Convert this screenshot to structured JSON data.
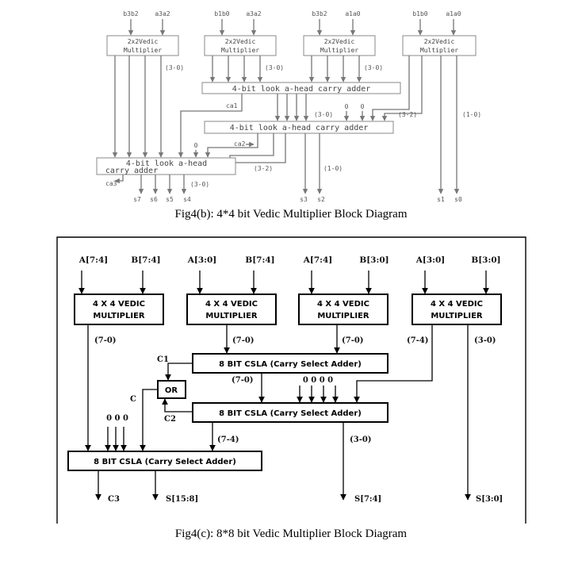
{
  "fig_b": {
    "inputs": [
      "b3b2",
      "a3a2",
      "b1b0",
      "a3a2",
      "b3b2",
      "a1a0",
      "b1b0",
      "a1a0"
    ],
    "multiplier_line1": "2x2Vedic",
    "multiplier_line2": "Multiplier",
    "adder1": "4-bit look a-head carry adder",
    "adder2": "4-bit look a-head carry adder",
    "adder3_line1": "4-bit   look   a-head",
    "adder3_line2": "carry adder",
    "labels": {
      "m1_out": "(3-0)",
      "m2_out": "(3-0)",
      "m3_out": "(3-0)",
      "add1_out": "(3-0)",
      "m4_hi": "(3-2)",
      "m4_lo": "(1-0)",
      "ca1": "ca1",
      "ca2": "ca2",
      "ca3": "ca3",
      "add2_hi": "(3-2)",
      "add2_lo": "(1-0)",
      "add3_out": "(3-0)",
      "zero_a": "0",
      "zero_b": "0",
      "zero_c": "0"
    },
    "outputs": [
      "s7",
      "s6",
      "s5",
      "s4",
      "s3",
      "s2",
      "s1",
      "s0"
    ],
    "caption": "Fig4(b): 4*4 bit Vedic Multiplier Block Diagram"
  },
  "fig_c": {
    "inputs": [
      "A[7:4]",
      "B[7:4]",
      "A[3:0]",
      "B[7:4]",
      "A[7:4]",
      "B[3:0]",
      "A[3:0]",
      "B[3:0]"
    ],
    "multiplier_line1": "4 X 4 VEDIC",
    "multiplier_line2": "MULTIPLIER",
    "csla1": "8 BIT CSLA (Carry Select Adder)",
    "csla2": "8 BIT CSLA (Carry Select Adder)",
    "csla3": "8 BIT CSLA (Carry Select Adder)",
    "or_gate": "OR",
    "labels": {
      "m1_out": "(7-0)",
      "m2_out": "(7-0)",
      "m3_out": "(7-0)",
      "m4_hi": "(7-4)",
      "m4_lo": "(3-0)",
      "csla1_out": "(7-0)",
      "zeros_mid": "0 0 0 0",
      "zeros_left": "0 0 0",
      "csla2_hi": "(7-4)",
      "csla2_lo": "(3-0)",
      "c1": "C1",
      "c2": "C2",
      "c": "C"
    },
    "outputs": [
      "C3",
      "S[15:8]",
      "S[7:4]",
      "S[3:0]"
    ],
    "caption": "Fig4(c): 8*8 bit Vedic Multiplier Block Diagram"
  }
}
